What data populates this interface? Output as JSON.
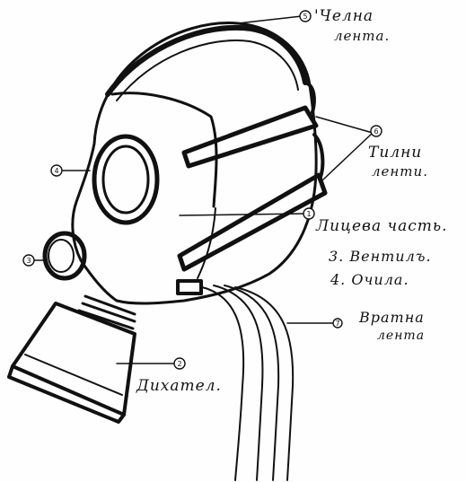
{
  "labels": {
    "crown_strap": "'Челна",
    "crown_strap_2": "лента.",
    "occipital_straps": "Тилни",
    "occipital_straps_2": "ленти.",
    "facepiece": "Лицева часть.",
    "valve": "3. Вентилъ.",
    "eyepieces": "4. Очила.",
    "neck_strap": "Вратна",
    "neck_strap_2": "лента",
    "canister": "Дихател."
  },
  "markers": {
    "crown": "5",
    "occipital": "6",
    "facepiece": "1",
    "eyepiece": "4",
    "valve": "3",
    "neck": "7",
    "canister": "2"
  },
  "colors": {
    "ink": "#111111",
    "paper": "#fefefe"
  }
}
